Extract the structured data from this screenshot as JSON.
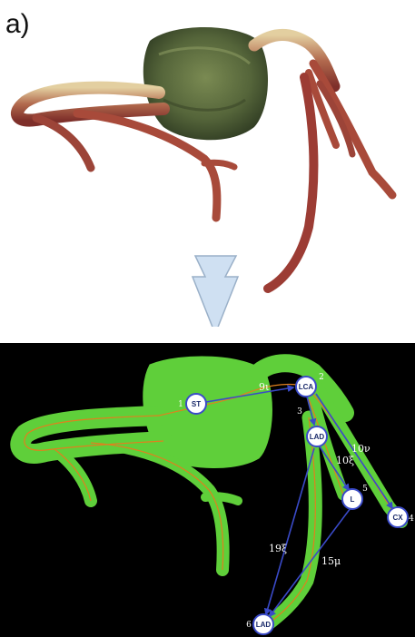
{
  "figure": {
    "panel_label": "a)",
    "colors": {
      "vessel": "#a84a3a",
      "vessel_light": "#d9c79a",
      "heart": "#5b6b3a",
      "arrow_fill": "#cfe0f2",
      "graph_bg": "#000000",
      "graph_vessel": "#5fcf3a",
      "centerline": "#e0801e",
      "graph_edge": "#3a4ac8",
      "node_fill": "#ffffff"
    }
  },
  "graph": {
    "nodes": [
      {
        "id": "ST",
        "label": "ST",
        "index": "1"
      },
      {
        "id": "LCA",
        "label": "LCA",
        "index": "2"
      },
      {
        "id": "LAD3",
        "label": "LAD",
        "index": "3"
      },
      {
        "id": "L",
        "label": "L",
        "index": "5"
      },
      {
        "id": "CX",
        "label": "CX",
        "index": "4"
      },
      {
        "id": "LAD6",
        "label": "LAD",
        "index": "6"
      }
    ],
    "edge_labels": [
      {
        "text": "9ι"
      },
      {
        "text": "10ν"
      },
      {
        "text": "10ξ"
      },
      {
        "text": "19ξ"
      },
      {
        "text": "15μ"
      }
    ]
  }
}
